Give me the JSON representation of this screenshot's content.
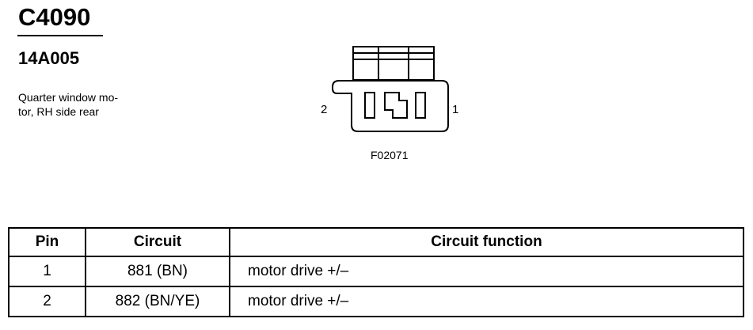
{
  "connector": {
    "id": "C4090",
    "part_number": "14A005",
    "description_lines": [
      "Quarter window mo-",
      "tor, RH side rear"
    ]
  },
  "diagram": {
    "pin_left": "2",
    "pin_right": "1",
    "figure_code": "F02071"
  },
  "table": {
    "headers": [
      "Pin",
      "Circuit",
      "Circuit function"
    ],
    "rows": [
      {
        "pin": "1",
        "circuit": "881 (BN)",
        "function": "motor drive +/–"
      },
      {
        "pin": "2",
        "circuit": "882 (BN/YE)",
        "function": "motor drive +/–"
      }
    ]
  }
}
